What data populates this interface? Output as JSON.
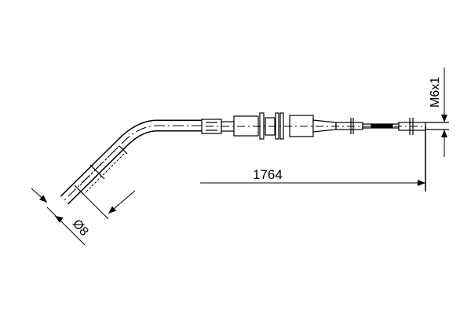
{
  "drawing": {
    "length_dimension": "1764",
    "thread_dimension": "M6x1",
    "diameter_dimension": "Ø8",
    "line_color": "#000000",
    "background_color": "#ffffff"
  }
}
